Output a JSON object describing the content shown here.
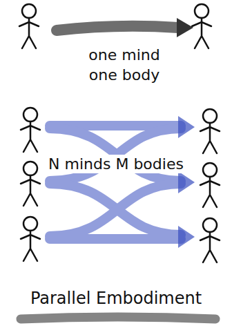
{
  "diagram": {
    "caption": "Parallel Embodiment",
    "labels": [
      "one mind one body",
      "N minds M bodies"
    ]
  }
}
